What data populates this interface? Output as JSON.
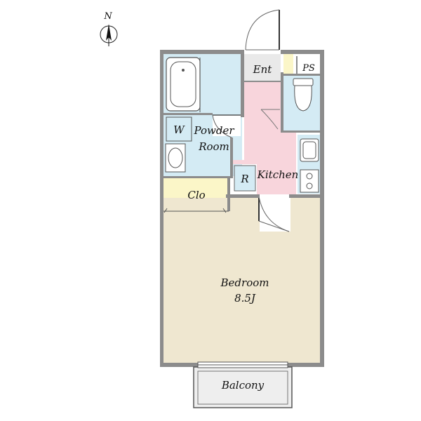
{
  "compass": {
    "label": "N"
  },
  "rooms": {
    "entrance": "Ent",
    "pipe_space": "PS",
    "washer": "W",
    "powder_room": [
      "Powder",
      "Room"
    ],
    "refrigerator": "R",
    "kitchen": "Kitchen",
    "closet": "Clo",
    "bedroom": [
      "Bedroom",
      "8.5J"
    ],
    "balcony": "Balcony"
  },
  "colors": {
    "wall": "#8c8c8c",
    "wet_area": "#d4ebf4",
    "kitchen_floor": "#f8d5dc",
    "bedroom_floor": "#efe7d0",
    "closet_floor": "#fbf6c8",
    "entrance_floor": "#e9e9e9",
    "balcony_floor": "#eeeeee"
  }
}
